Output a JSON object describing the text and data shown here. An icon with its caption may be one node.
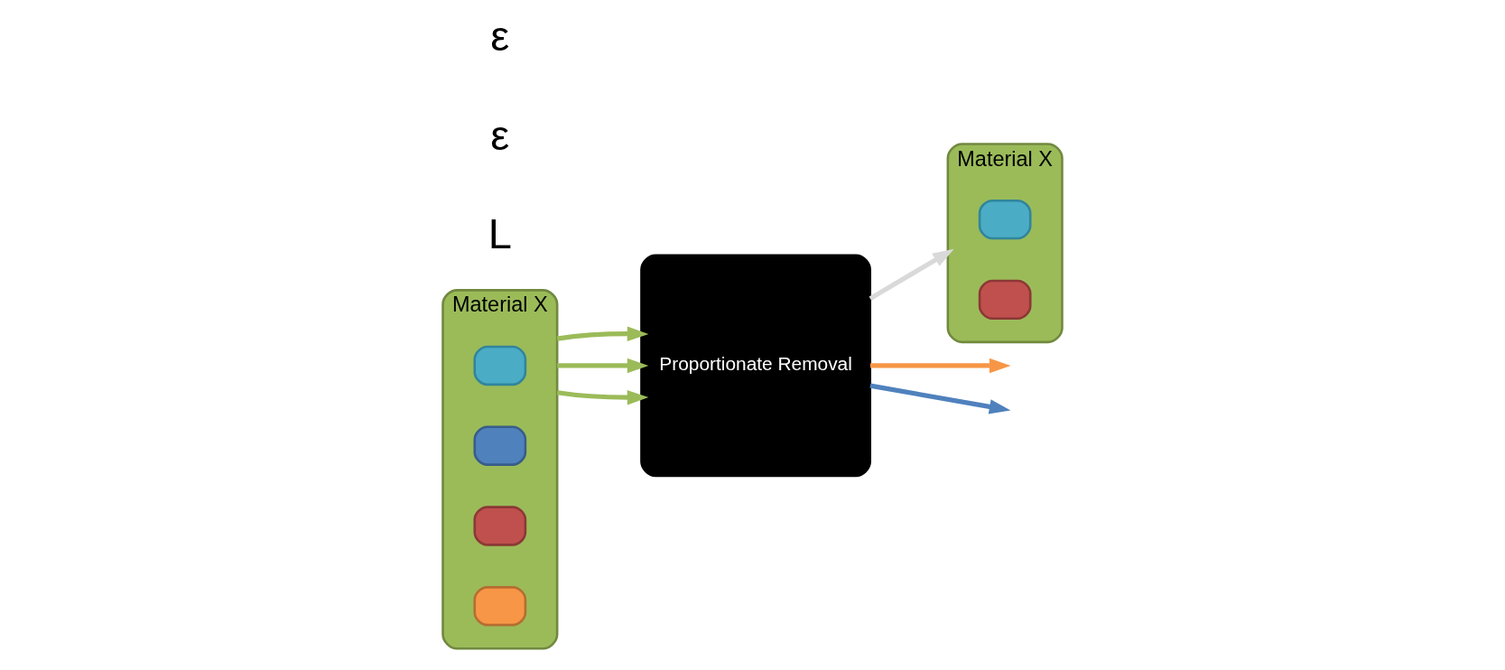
{
  "diagram": {
    "nodes": [
      {
        "text": [
          "Material X"
        ]
      },
      {
        "text": [],
        "shape": "box",
        "in": 0
      },
      {
        "text": [],
        "shape": "box",
        "in": 0
      },
      {
        "text": [],
        "shape": "box",
        "in": 0
      },
      {
        "text": [],
        "shape": "box",
        "in": 0
      },
      {
        "text": [
          "Proportionate Removal"
        ]
      },
      {
        "text": [
          "Material X"
        ]
      },
      {
        "text": [],
        "shape": "box",
        "in": 6
      },
      {
        "text": [],
        "shape": "box",
        "in": 6
      }
    ],
    "edges": [
      {
        "from": 0,
        "to": 5,
        "arrow": "to"
      },
      {
        "from": 0,
        "to": 5,
        "arrow": "to"
      },
      {
        "from": 0,
        "to": 5,
        "arrow": "to"
      },
      {
        "from": 5,
        "to": 6,
        "arrow": "to",
        "color": "#d9d9d9"
      },
      {
        "from": 5,
        "to": null,
        "arrow": "to",
        "color": "#4f81bd"
      },
      {
        "from": 5,
        "to": null,
        "arrow": "to",
        "color": "#f79646"
      }
    ],
    "labels": [
      "L",
      "ε",
      "ε"
    ]
  }
}
